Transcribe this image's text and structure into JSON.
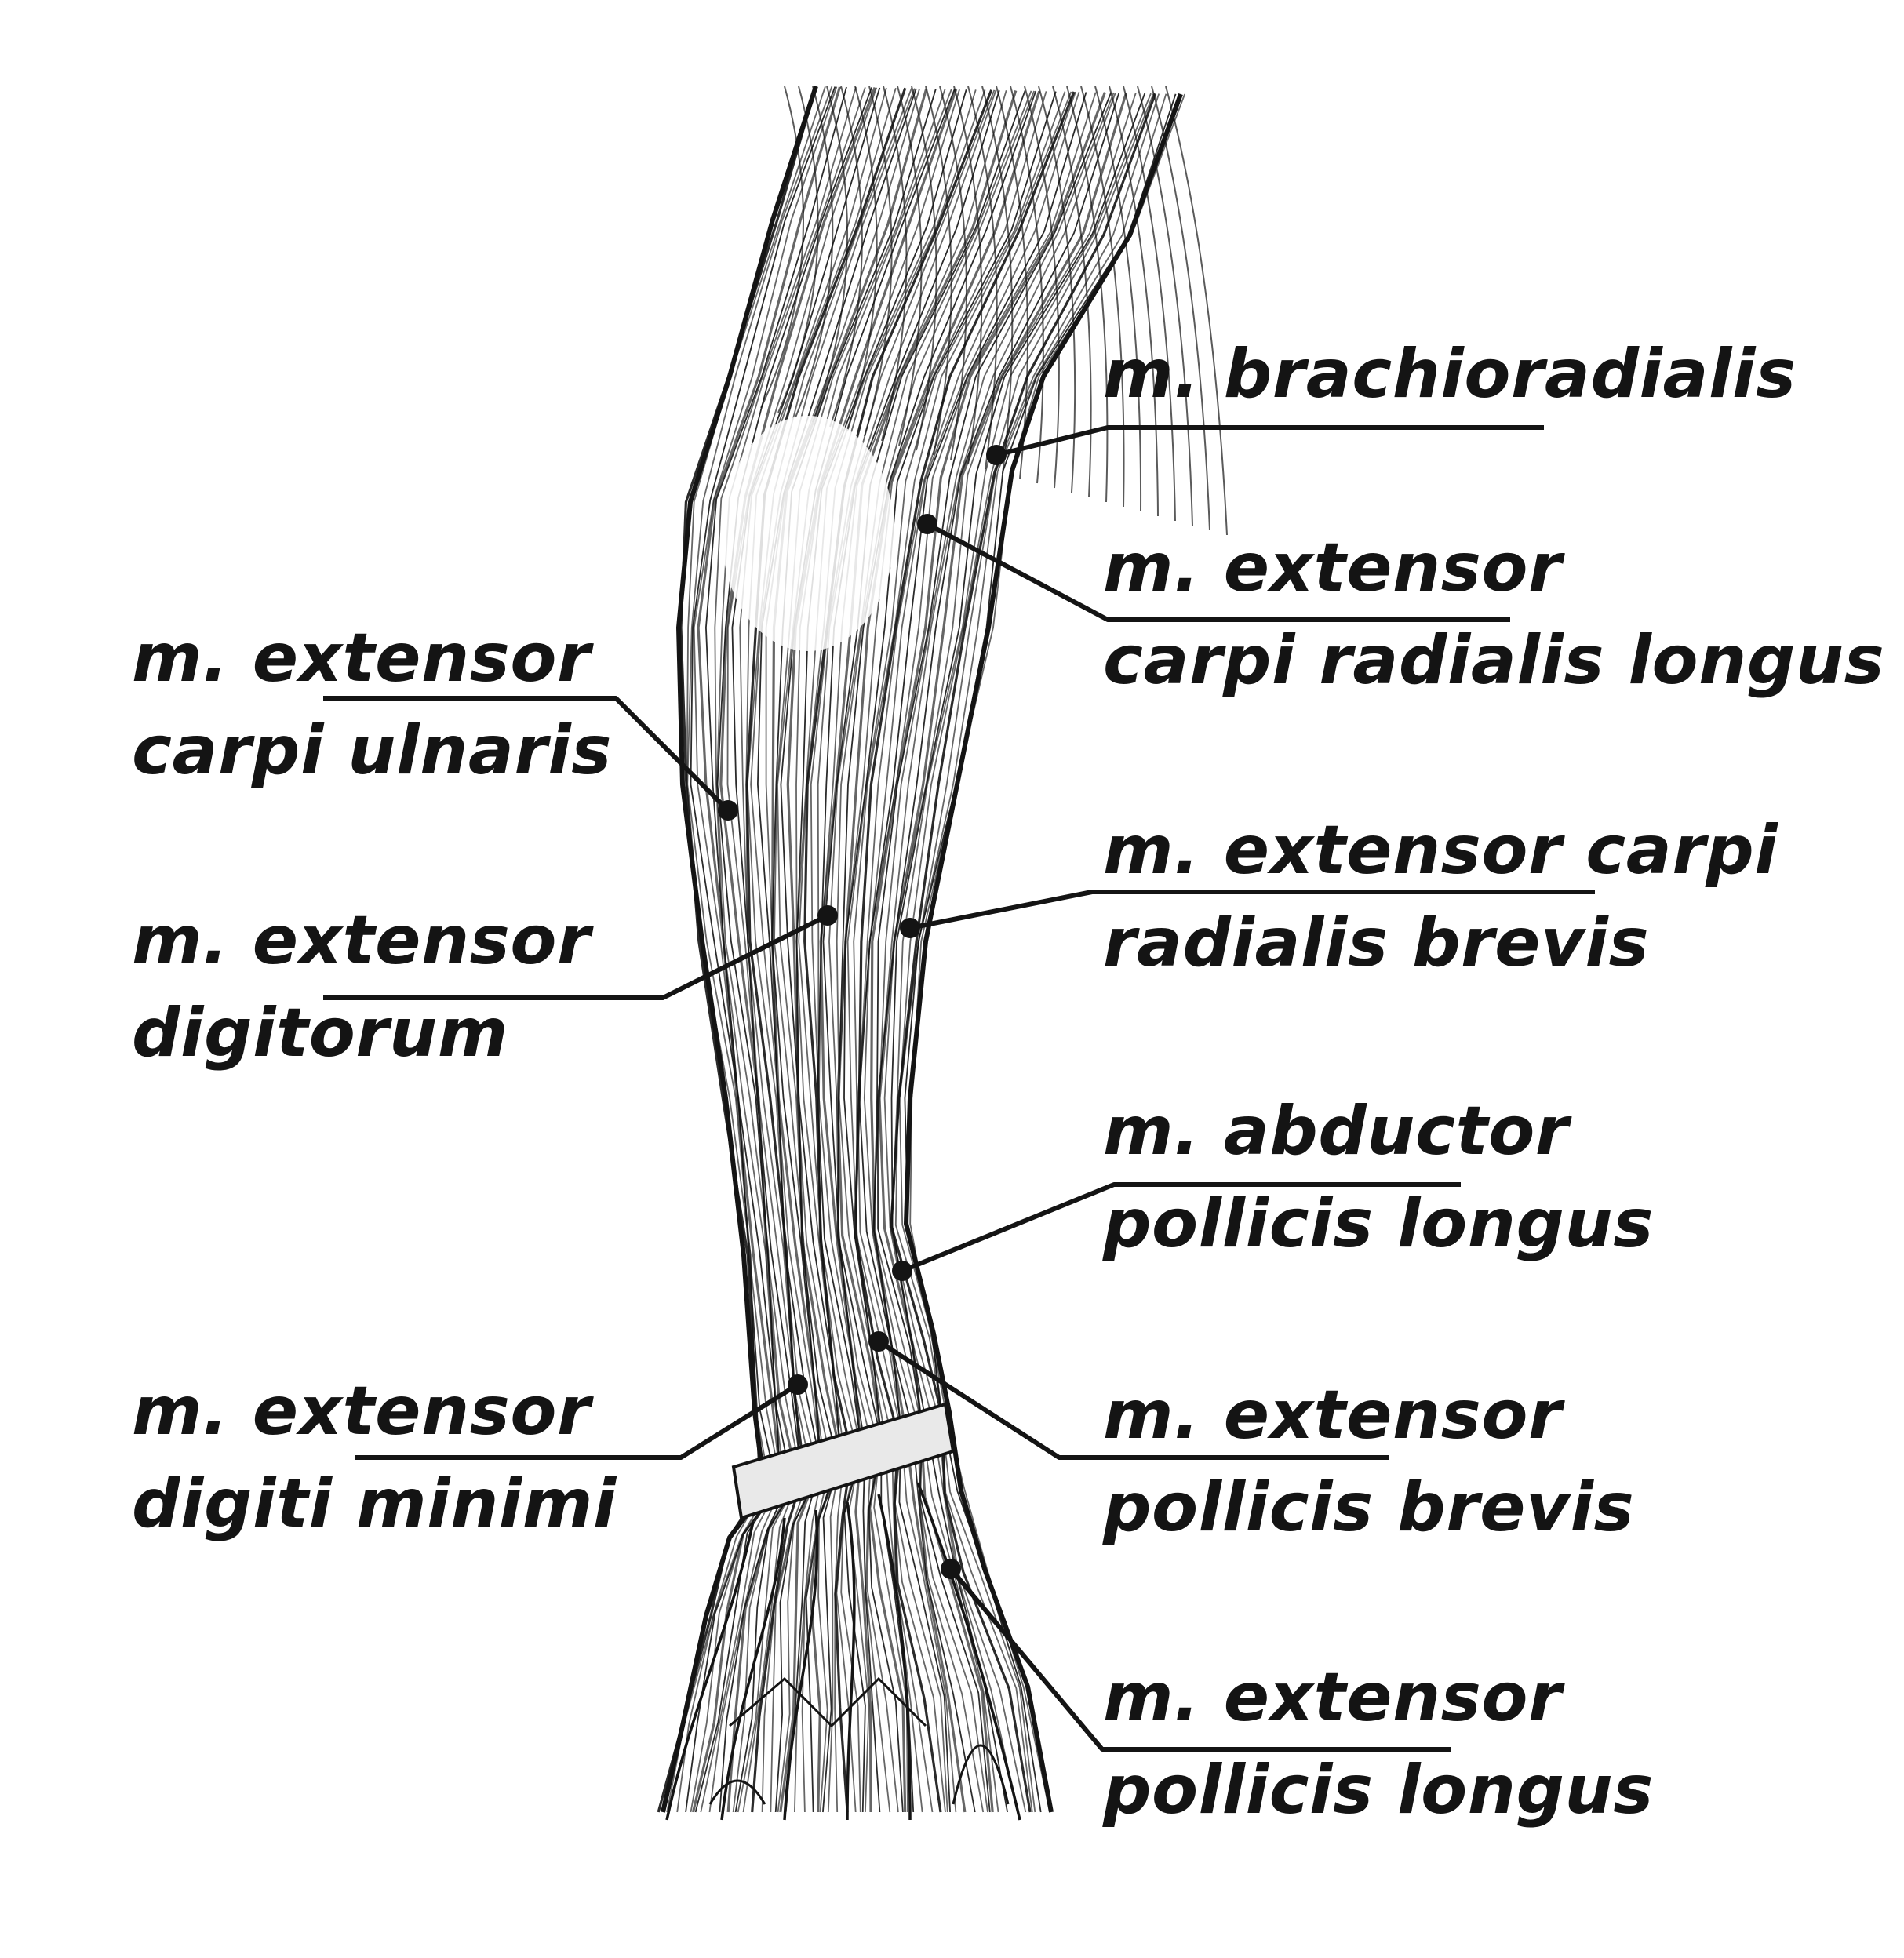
{
  "labels": [
    {
      "id": "brachioradialis",
      "lines": [
        "m. brachioradialis"
      ]
    },
    {
      "id": "ecrl",
      "lines": [
        "m. extensor",
        "carpi radialis longus"
      ]
    },
    {
      "id": "ecrb",
      "lines": [
        "m. extensor carpi",
        "radialis brevis"
      ]
    },
    {
      "id": "apl",
      "lines": [
        "m. abductor",
        "pollicis longus"
      ]
    },
    {
      "id": "epb",
      "lines": [
        "m. extensor",
        "pollicis brevis"
      ]
    },
    {
      "id": "epl",
      "lines": [
        "m. extensor",
        "pollicis longus"
      ]
    },
    {
      "id": "ecu",
      "lines": [
        "m. extensor",
        "carpi ulnaris"
      ]
    },
    {
      "id": "ed",
      "lines": [
        "m. extensor",
        "digitorum"
      ]
    },
    {
      "id": "edm",
      "lines": [
        "m. extensor",
        "digiti minimi"
      ]
    }
  ],
  "colors": {
    "ink": "#141414",
    "background": "#ffffff",
    "tendon_band": "#e9e9e9"
  }
}
